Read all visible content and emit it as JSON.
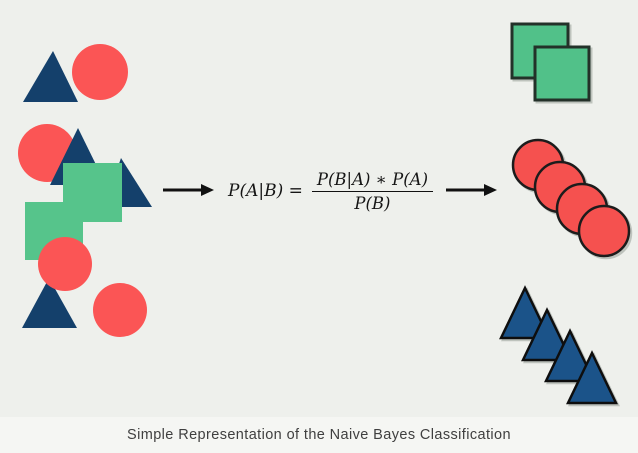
{
  "diagram": {
    "caption": "Simple Representation of the Naive Bayes Classification",
    "formula": {
      "lhs": "P(A|B) =",
      "numerator": "P(B|A) ∗ P(A)",
      "denominator": "P(B)"
    },
    "left_cluster": {
      "description": "unsorted mixed shapes (triangles, circles, squares)",
      "triangle_count": 4,
      "circle_count": 4,
      "square_count": 2
    },
    "right_groups": [
      {
        "shape": "square",
        "count": 2
      },
      {
        "shape": "circle",
        "count": 4
      },
      {
        "shape": "triangle",
        "count": 4
      }
    ]
  },
  "colors": {
    "background": "#eef0ec",
    "caption_bg": "#f5f6f3",
    "caption_text": "#3f3f3f",
    "navy": "#14406b",
    "red": "#fb5555",
    "green": "#56c48b",
    "sorted_green_fill": "#51c189",
    "sorted_green_stroke": "#233129",
    "sorted_red_fill": "#f5514f",
    "sorted_red_stroke": "#1c1c1c",
    "sorted_navy_fill": "#1b5389",
    "sorted_navy_stroke": "#0e0e0e",
    "formula_text": "#151515",
    "arrow": "#111111"
  }
}
